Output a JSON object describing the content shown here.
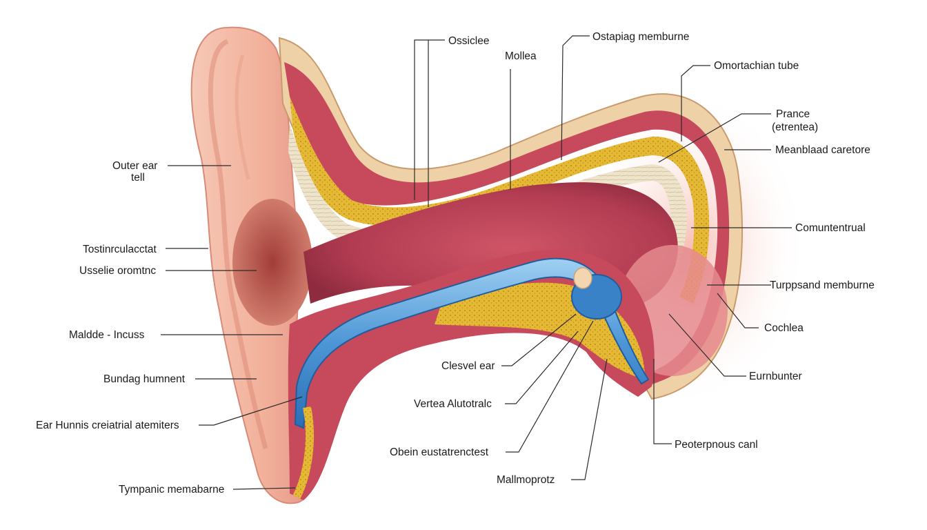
{
  "labels": {
    "ossicle": "Ossiclee",
    "mollea": "Mollea",
    "ostapiag": "Ostapiag memburne",
    "omortachian": "Omortachian tube",
    "prance": "Prance",
    "prance_sub": "(etrentea)",
    "meanblaad": "Meanblaad caretore",
    "comuntentrual": "Comuntentrual",
    "turppsand": "Turppsand memburne",
    "cochlea": "Cochlea",
    "eurnbunter": "Eurnbunter",
    "peoterpnous": "Peoterpnous canl",
    "outer_ear": "Outer ear",
    "outer_ear_sub": "tell",
    "tostinr": "Tostinrculacctat",
    "usselie": "Usselie oromtnc",
    "maldde": "Maldde - Incuss",
    "bundag": "Bundag humnent",
    "ear_hunnis": "Ear Hunnis creiatrial atemiters",
    "tympanic": "Tympanic memabarne",
    "clesvel": "Clesvel ear",
    "vertea": "Vertea Alutotralc",
    "obein": "Obein eustatrenctest",
    "mallmoprotz": "Mallmoprotz"
  },
  "colors": {
    "skin": "#f3b9a4",
    "skin_shade": "#d9826e",
    "muscle": "#c64a5c",
    "muscle_light": "#e58a8e",
    "fat_yellow": "#e6b935",
    "fiber_cream": "#eee3cb",
    "bone_tan": "#efd1a8",
    "blue_duct": "#4d96d6",
    "blue_dark": "#1f5d9e"
  }
}
